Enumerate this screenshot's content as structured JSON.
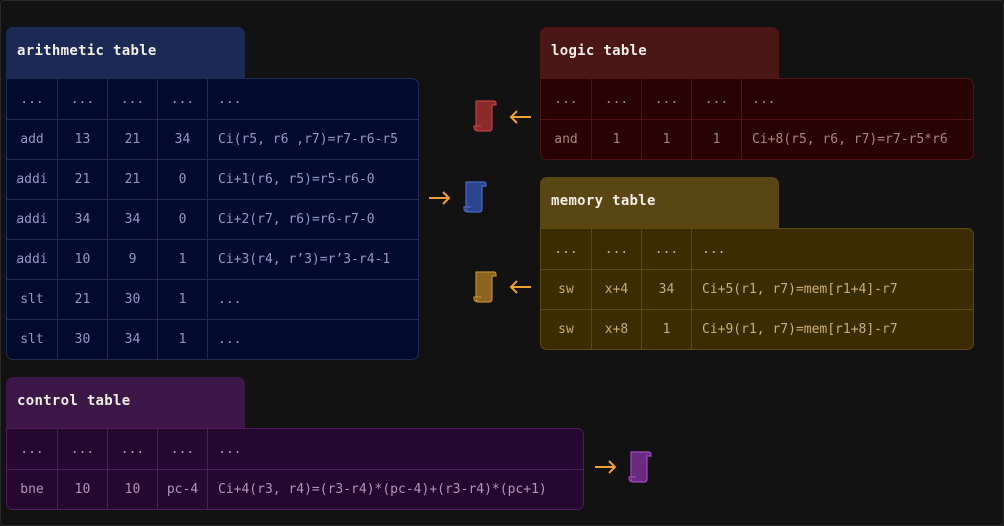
{
  "colors": {
    "arrow": "#f0a030",
    "arithmetic_doc": "#2b4490",
    "logic_doc": "#8a2a2a",
    "memory_doc": "#8a6420",
    "control_doc": "#6a2a80"
  },
  "arithmetic": {
    "title": "arithmetic table",
    "rows": [
      [
        "...",
        "...",
        "...",
        "...",
        "..."
      ],
      [
        "add",
        "13",
        "21",
        "34",
        "Ci(r5, r6 ,r7)=r7-r6-r5"
      ],
      [
        "addi",
        "21",
        "21",
        "0",
        "Ci+1(r6, r5)=r5-r6-0"
      ],
      [
        "addi",
        "34",
        "34",
        "0",
        "Ci+2(r7, r6)=r6-r7-0"
      ],
      [
        "addi",
        "10",
        "9",
        "1",
        "Ci+3(r4, r’3)=r’3-r4-1"
      ],
      [
        "slt",
        "21",
        "30",
        "1",
        "..."
      ],
      [
        "slt",
        "30",
        "34",
        "1",
        "..."
      ]
    ]
  },
  "logic": {
    "title": "logic table",
    "rows": [
      [
        "...",
        "...",
        "...",
        "...",
        "..."
      ],
      [
        "and",
        "1",
        "1",
        "1",
        "Ci+8(r5, r6, r7)=r7-r5*r6"
      ]
    ]
  },
  "memory": {
    "title": "memory table",
    "rows": [
      [
        "...",
        "...",
        "...",
        "..."
      ],
      [
        "sw",
        "x+4",
        "34",
        "Ci+5(r1, r7)=mem[r1+4]-r7"
      ],
      [
        "sw",
        "x+8",
        "1",
        "Ci+9(r1, r7)=mem[r1+8]-r7"
      ]
    ]
  },
  "control": {
    "title": "control table",
    "rows": [
      [
        "...",
        "...",
        "...",
        "...",
        "..."
      ],
      [
        "bne",
        "10",
        "10",
        "pc-4",
        "Ci+4(r3, r4)=(r3-r4)*(pc-4)+(r3-r4)*(pc+1)"
      ]
    ]
  }
}
